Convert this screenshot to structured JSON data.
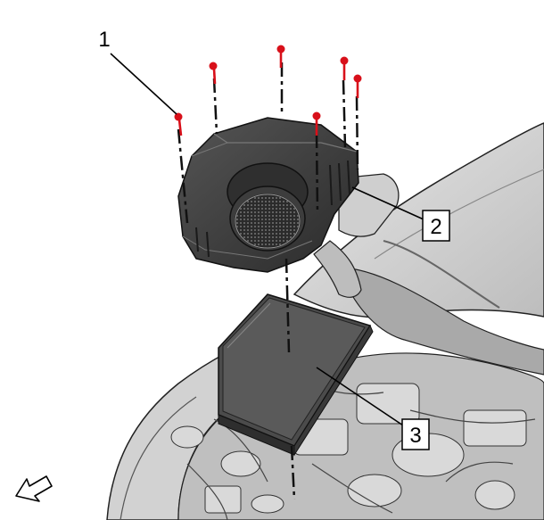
{
  "callouts": [
    {
      "id": "1",
      "label": "1"
    },
    {
      "id": "2",
      "label": "2"
    },
    {
      "id": "3",
      "label": "3"
    }
  ],
  "colors": {
    "bolt": "#d8101a",
    "housing": "#3c3c3c",
    "filter": "#4a4a4a",
    "vehicle": "#c9c9c9",
    "outline": "#000000"
  },
  "icons": {
    "direction_arrow": "front-direction-arrow-icon"
  }
}
